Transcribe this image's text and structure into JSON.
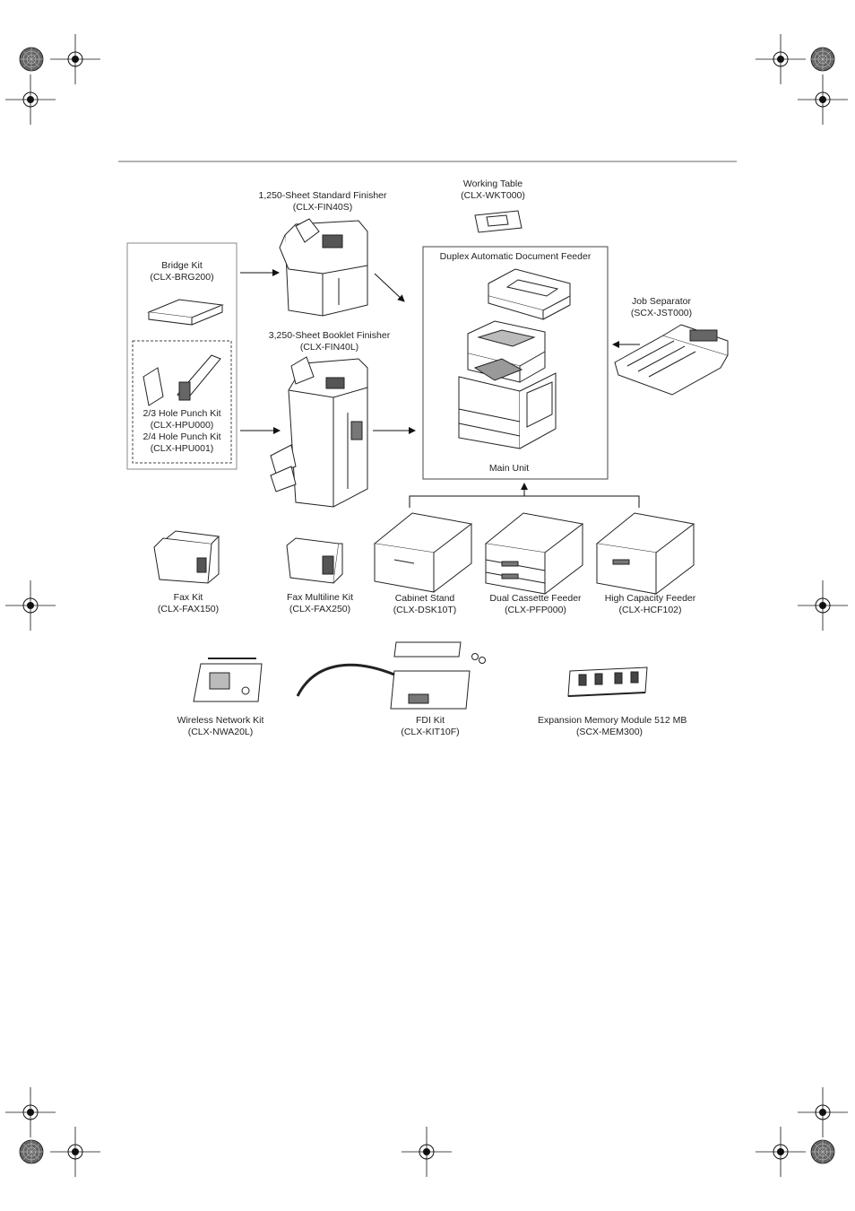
{
  "finisher_standard": {
    "name": "1,250-Sheet Standard Finisher",
    "code": "(CLX-FIN40S)"
  },
  "working_table": {
    "name": "Working Table",
    "code": "(CLX-WKT000)"
  },
  "bridge_kit": {
    "name": "Bridge Kit",
    "code": "(CLX-BRG200)"
  },
  "finisher_booklet": {
    "name": "3,250-Sheet Booklet Finisher",
    "code": "(CLX-FIN40L)"
  },
  "hole_punch": {
    "line1": "2/3 Hole Punch Kit",
    "line2": "(CLX-HPU000)",
    "line3": "2/4 Hole Punch Kit",
    "line4": "(CLX-HPU001)"
  },
  "main_box": {
    "dadf": "Duplex Automatic Document Feeder",
    "main_unit": "Main Unit"
  },
  "job_separator": {
    "name": "Job Separator",
    "code": "(SCX-JST000)"
  },
  "fax_kit": {
    "name": "Fax Kit",
    "code": "(CLX-FAX150)"
  },
  "fax_multiline": {
    "name": "Fax Multiline Kit",
    "code": "(CLX-FAX250)"
  },
  "cabinet_stand": {
    "name": "Cabinet Stand",
    "code": "(CLX-DSK10T)"
  },
  "dual_cassette": {
    "name": "Dual Cassette Feeder",
    "code": "(CLX-PFP000)"
  },
  "high_capacity": {
    "name": "High Capacity Feeder",
    "code": "(CLX-HCF102)"
  },
  "wireless": {
    "name": "Wireless Network Kit",
    "code": "(CLX-NWA20L)"
  },
  "fdi": {
    "name": "FDI Kit",
    "code": "(CLX-KIT10F)"
  },
  "memory": {
    "name": "Expansion Memory Module 512 MB",
    "code": "(SCX-MEM300)"
  }
}
